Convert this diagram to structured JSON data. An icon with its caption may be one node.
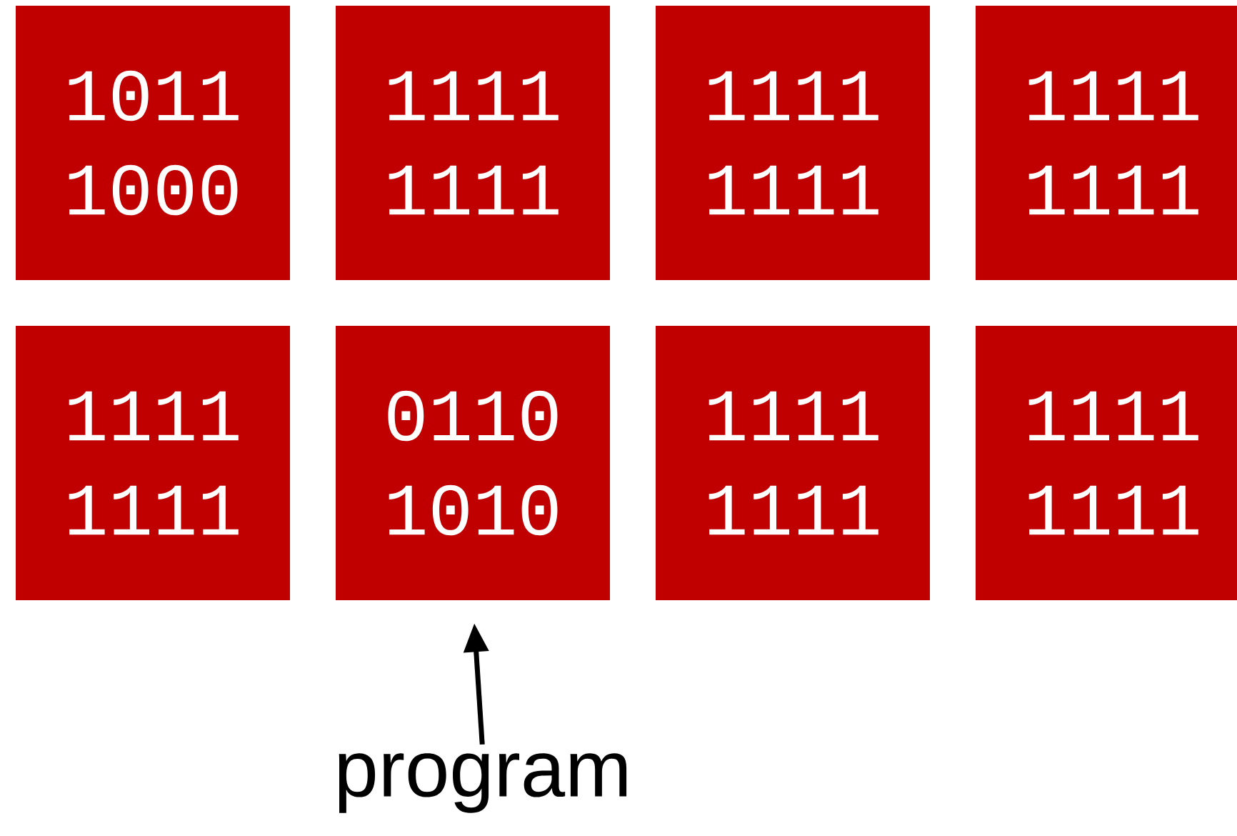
{
  "diagram": {
    "nodes": [
      {
        "text": [
          "1011 1000"
        ]
      },
      {
        "text": [
          "1111 1111"
        ]
      },
      {
        "text": [
          "1111 1111"
        ]
      },
      {
        "text": [
          "1111 1111"
        ]
      },
      {
        "text": [
          "1111 1111"
        ]
      },
      {
        "text": [
          "0110 1010"
        ]
      },
      {
        "text": [
          "1111 1111"
        ]
      },
      {
        "text": [
          "1111 1111"
        ]
      },
      {
        "text": [
          "program"
        ]
      }
    ],
    "edges": [
      {
        "from": 8,
        "to": 5,
        "arrow": "to"
      }
    ]
  }
}
